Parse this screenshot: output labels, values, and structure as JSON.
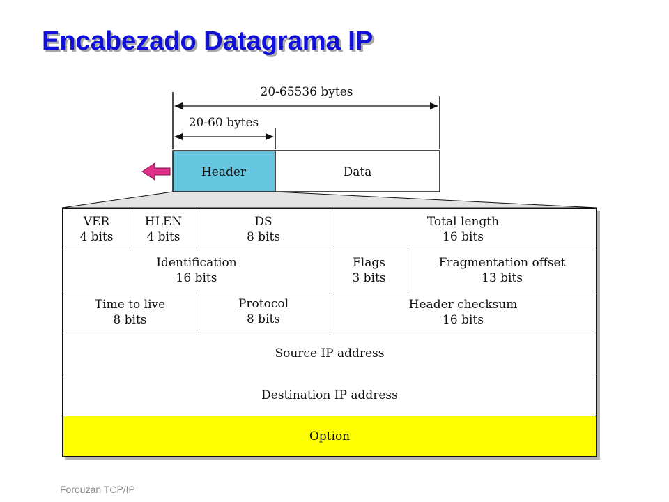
{
  "slide": {
    "title": "Encabezado Datagrama IP",
    "footer": "Forouzan TCP/IP"
  },
  "diagram": {
    "total_size": "20-65536 bytes",
    "header_size": "20-60 bytes",
    "header_label": "Header",
    "data_label": "Data",
    "colors": {
      "header_fill": "#66c6e0",
      "arrow_fill": "#e0308a",
      "option_fill": "#ffff00",
      "title_color": "#1010d8"
    },
    "fields": {
      "ver": {
        "name": "VER",
        "size": "4 bits"
      },
      "hlen": {
        "name": "HLEN",
        "size": "4 bits"
      },
      "ds": {
        "name": "DS",
        "size": "8 bits"
      },
      "total_length": {
        "name": "Total length",
        "size": "16 bits"
      },
      "identification": {
        "name": "Identification",
        "size": "16 bits"
      },
      "flags": {
        "name": "Flags",
        "size": "3 bits"
      },
      "fragmentation_offset": {
        "name": "Fragmentation offset",
        "size": "13 bits"
      },
      "ttl": {
        "name": "Time to live",
        "size": "8 bits"
      },
      "protocol": {
        "name": "Protocol",
        "size": "8 bits"
      },
      "header_checksum": {
        "name": "Header checksum",
        "size": "16 bits"
      },
      "source_ip": {
        "name": "Source IP address"
      },
      "destination_ip": {
        "name": "Destination IP address"
      },
      "option": {
        "name": "Option"
      }
    }
  }
}
